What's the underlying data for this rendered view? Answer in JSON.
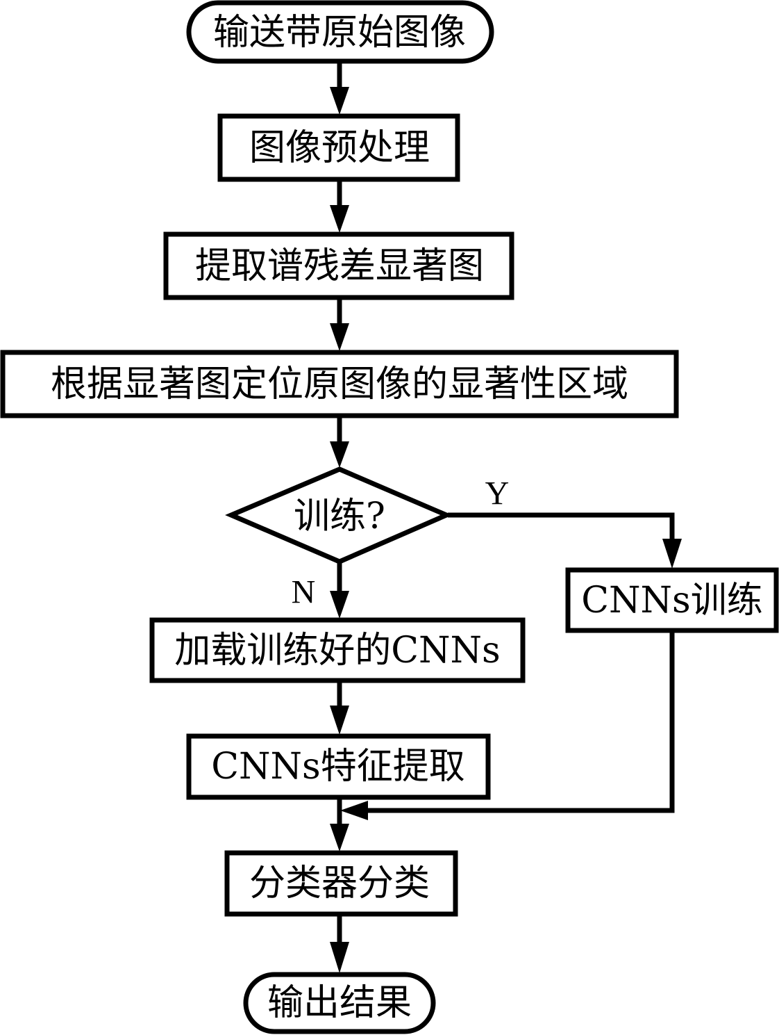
{
  "diagram": {
    "type": "flowchart",
    "colors": {
      "stroke": "#000000",
      "fill": "#ffffff",
      "text": "#000000"
    },
    "nodes": {
      "start": {
        "shape": "terminal",
        "label": "输送带原始图像"
      },
      "preprocess": {
        "shape": "process",
        "label": "图像预处理"
      },
      "saliency": {
        "shape": "process",
        "label": "提取谱残差显著图"
      },
      "locate": {
        "shape": "process",
        "label": "根据显著图定位原图像的显著性区域"
      },
      "decision": {
        "shape": "decision",
        "label": "训练?"
      },
      "train": {
        "shape": "process",
        "label": "CNNs训练"
      },
      "load": {
        "shape": "process",
        "label": "加载训练好的CNNs"
      },
      "extract": {
        "shape": "process",
        "label": "CNNs特征提取"
      },
      "classify": {
        "shape": "process",
        "label": "分类器分类"
      },
      "end": {
        "shape": "terminal",
        "label": "输出结果"
      }
    },
    "branches": {
      "yes": "Y",
      "no": "N"
    },
    "edges": [
      {
        "from": "start",
        "to": "preprocess"
      },
      {
        "from": "preprocess",
        "to": "saliency"
      },
      {
        "from": "saliency",
        "to": "locate"
      },
      {
        "from": "locate",
        "to": "decision"
      },
      {
        "from": "decision",
        "to": "train",
        "label": "Y"
      },
      {
        "from": "decision",
        "to": "load",
        "label": "N"
      },
      {
        "from": "load",
        "to": "extract"
      },
      {
        "from": "extract",
        "to": "classify"
      },
      {
        "from": "train",
        "to": "classify"
      },
      {
        "from": "classify",
        "to": "end"
      }
    ]
  }
}
